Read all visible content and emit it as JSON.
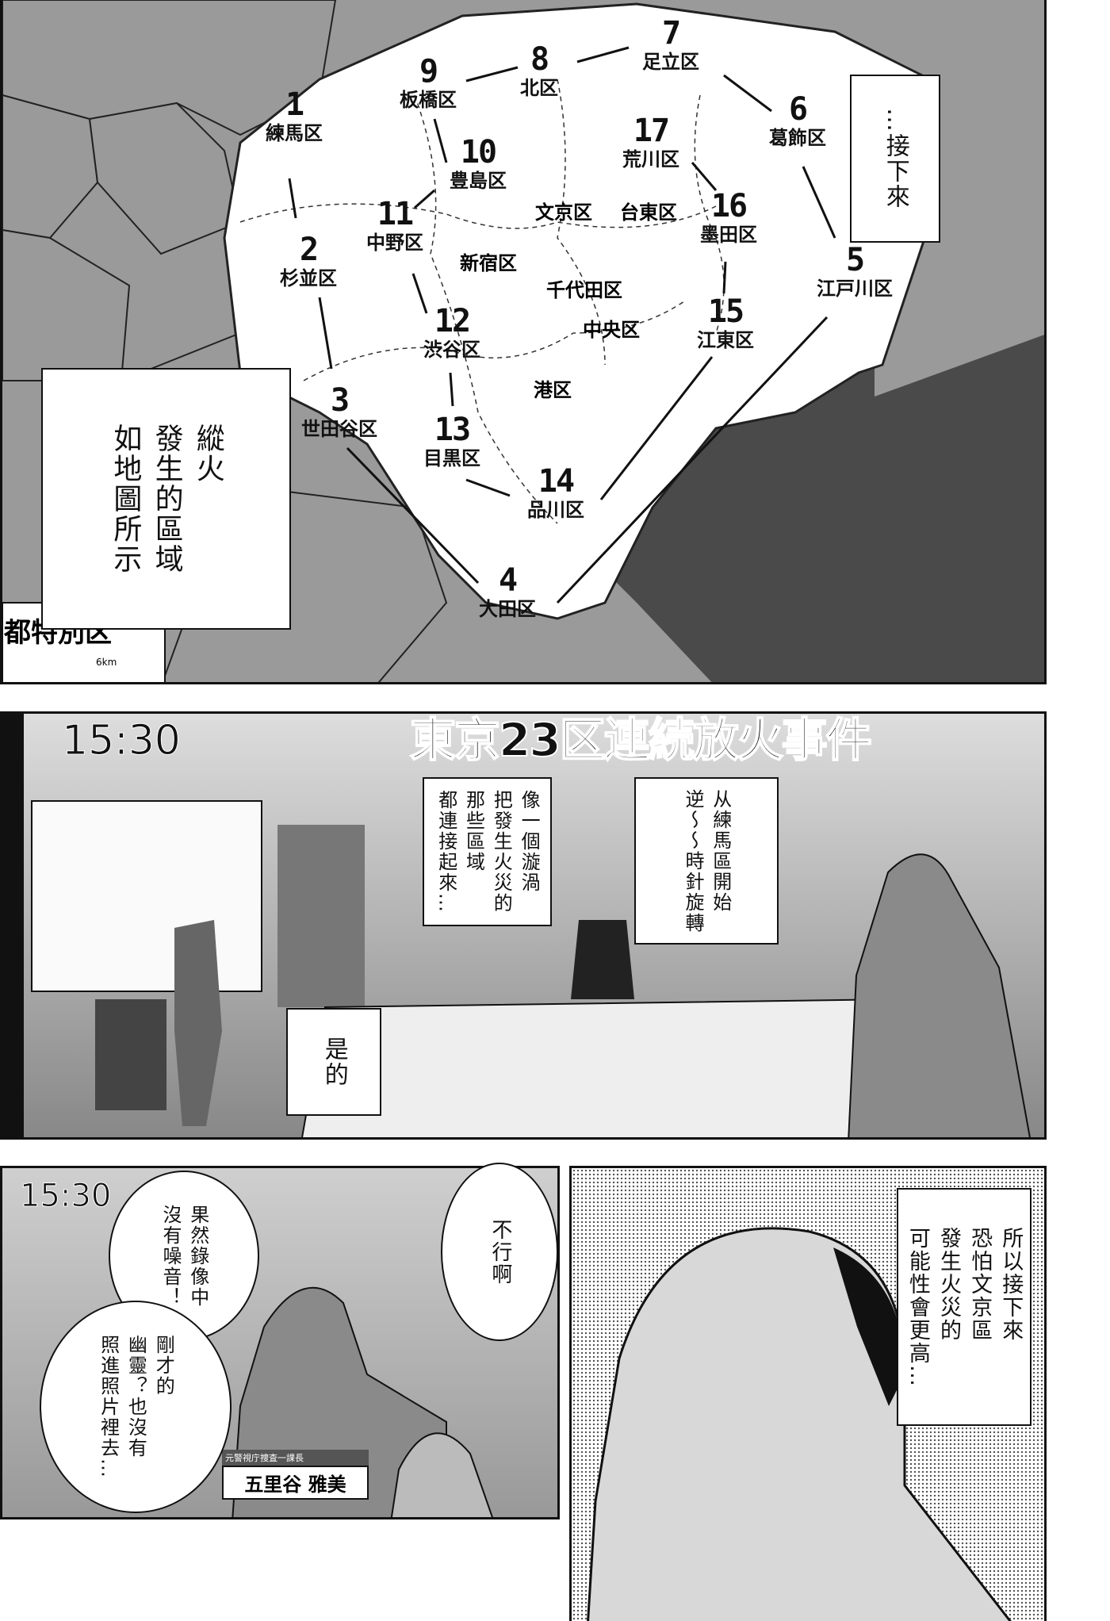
{
  "map_panel": {
    "districts_numbered": [
      {
        "num": "1",
        "name": "練馬区"
      },
      {
        "num": "2",
        "name": "杉並区"
      },
      {
        "num": "3",
        "name": "世田谷区"
      },
      {
        "num": "4",
        "name": "大田区"
      },
      {
        "num": "5",
        "name": "江戸川区"
      },
      {
        "num": "6",
        "name": "葛飾区"
      },
      {
        "num": "7",
        "name": "足立区"
      },
      {
        "num": "8",
        "name": "北区"
      },
      {
        "num": "9",
        "name": "板橋区"
      },
      {
        "num": "10",
        "name": "豊島区"
      },
      {
        "num": "11",
        "name": "中野区"
      },
      {
        "num": "12",
        "name": "渋谷区"
      },
      {
        "num": "13",
        "name": "目黒区"
      },
      {
        "num": "14",
        "name": "品川区"
      },
      {
        "num": "15",
        "name": "江東区"
      },
      {
        "num": "16",
        "name": "墨田区"
      },
      {
        "num": "17",
        "name": "荒川区"
      }
    ],
    "districts_other": [
      "文京区",
      "台東区",
      "新宿区",
      "千代田区",
      "中央区",
      "港区"
    ],
    "map_title_fragment": "都特別区",
    "scale_label": "6km",
    "caption_left": [
      "縱火",
      "發生的區域",
      "如地圖所示"
    ],
    "caption_right": [
      "…接下來"
    ]
  },
  "news_panel": {
    "clock": "15:30",
    "headline": "東京23区連続放火事件",
    "bubble_swirl": [
      "像一個漩渦",
      "把發生火災的",
      "那些區域",
      "都連接起來…"
    ],
    "bubble_counterclockwise": [
      "从練馬區開始",
      "逆〜〜時針旋轉"
    ],
    "bubble_yes": [
      "是的"
    ]
  },
  "bottom_left_panel": {
    "clock": "15:30",
    "bubble_no_noise": [
      "果然錄像中",
      "沒有噪音！"
    ],
    "bubble_ghost": [
      "剛才的",
      "幽靈？也沒有",
      "照進照片裡去…"
    ],
    "bubble_no_good": [
      "不行啊"
    ],
    "name_title": "元警視庁捜査一課長",
    "name": "五里谷 雅美"
  },
  "bottom_right_panel": {
    "caption": [
      "所以接下來",
      "恐怕文京區",
      "發生火災的",
      "可能性會更高…"
    ]
  },
  "colors": {
    "ink": "#111111",
    "screentone": "#9a9a9a",
    "sea": "#4a4a4a",
    "paper": "#ffffff"
  }
}
